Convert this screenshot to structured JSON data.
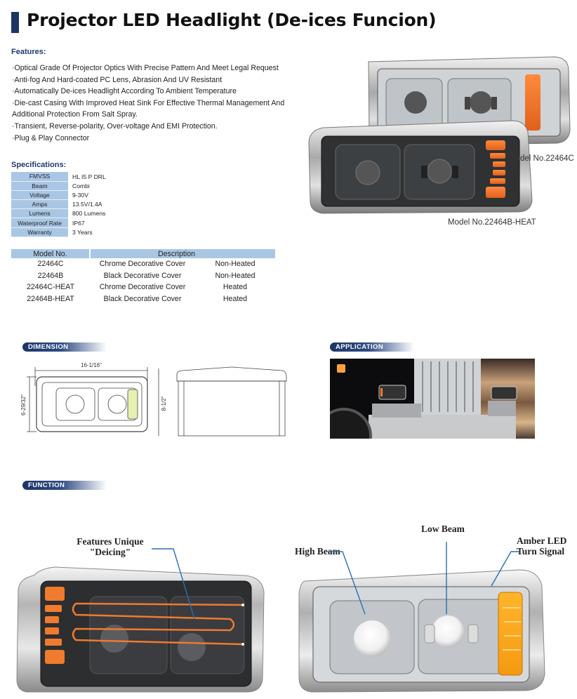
{
  "title": "Projector LED Headlight (De-ices Funcion)",
  "features": {
    "heading": "Features:",
    "items": [
      "Optical Grade Of Projector Optics With Precise Pattern And Meet Legal Request",
      "Anti-fog And Hard-coated PC Lens, Abrasion And UV Resistant",
      "Automatically De-ices Headlight According To Ambient Temperature",
      "Die-cast Casing With Improved Heat Sink For Effective Thermal Management And",
      "Additional Protection From Salt Spray.",
      "Transient, Reverse-polarity, Over-voltage And EMI Protection.",
      "Plug & Play Connector"
    ]
  },
  "specifications": {
    "heading": "Specifications:",
    "rows": [
      {
        "key": "FMVSS",
        "value": "HL I5 P DRL"
      },
      {
        "key": "Beam",
        "value": "Combi"
      },
      {
        "key": "Voltage",
        "value": "9-30V"
      },
      {
        "key": "Amps",
        "value": "13.5V/1.4A"
      },
      {
        "key": "Lumens",
        "value": "800 Lumens"
      },
      {
        "key": "Waterproof Rate",
        "value": "IP67"
      },
      {
        "key": "Warranty",
        "value": "3 Years"
      }
    ]
  },
  "models_table": {
    "headers": [
      "Model No.",
      "Description",
      ""
    ],
    "rows": [
      [
        "22464C",
        "Chrome Decorative Cover",
        "Non-Heated"
      ],
      [
        "22464B",
        "Black Decorative Cover",
        "Non-Heated"
      ],
      [
        "22464C-HEAT",
        "Chrome Decorative Cover",
        "Heated"
      ],
      [
        "22464B-HEAT",
        "Black Decorative Cover",
        "Heated"
      ]
    ]
  },
  "product_image": {
    "caption_rear": "Model No.22464C",
    "caption_front": "Model No.22464B-HEAT"
  },
  "dimension": {
    "label": "DIMENSION",
    "width": "16-1/16\"",
    "height": "6-29/32\"",
    "depth": "8-1/2\""
  },
  "application": {
    "label": "APPLICATION"
  },
  "function": {
    "label": "FUNCTION",
    "callouts": {
      "deicing_line1": "Features Unique",
      "deicing_line2": "\"Deicing\"",
      "high_beam": "High Beam",
      "low_beam": "Low Beam",
      "turn_line1": "Amber LED",
      "turn_line2": "Turn Signal"
    }
  },
  "colors": {
    "brand_navy": "#1c3566",
    "heading_blue": "#1f3a6e",
    "table_header": "#a9c7e4",
    "amber": "#f07a2e",
    "leader_line": "#2a6fb0"
  }
}
